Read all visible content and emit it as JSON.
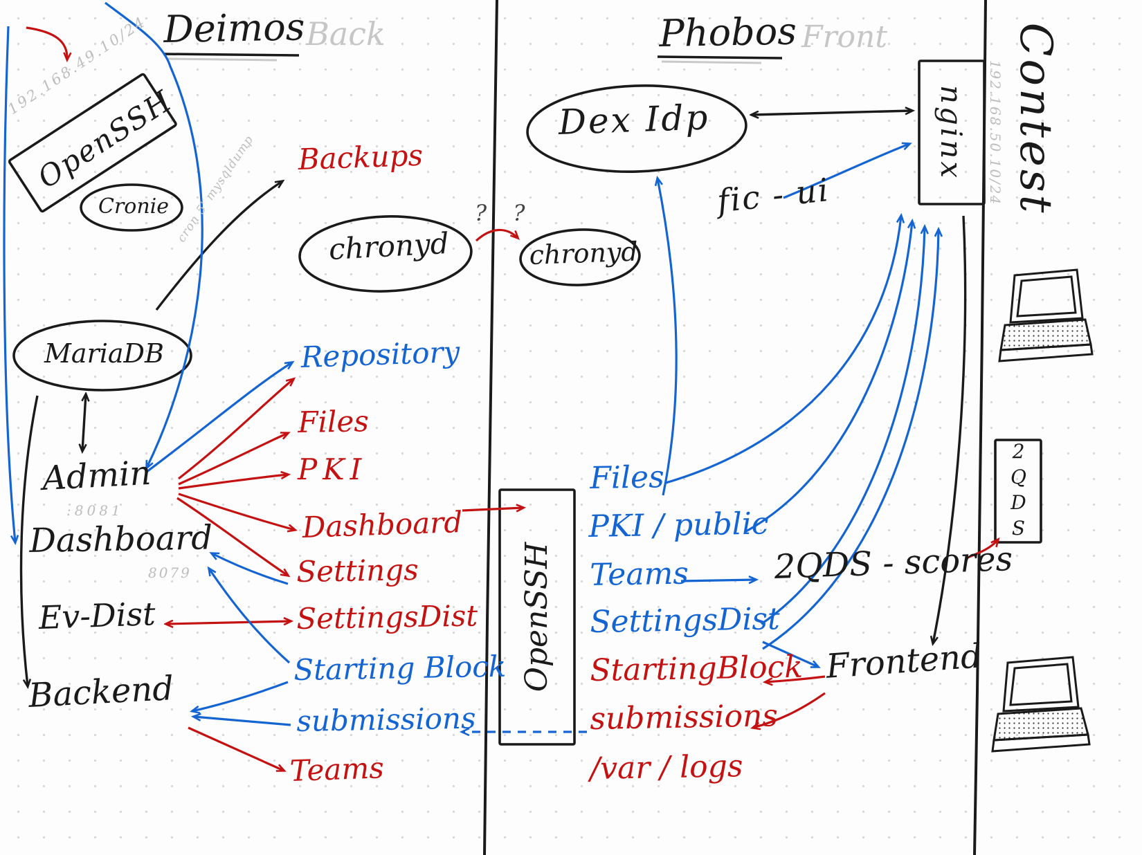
{
  "colors": {
    "red": "#c41111",
    "blue": "#1464d2",
    "black": "#1a1a1a",
    "gray": "#bdbdbd"
  },
  "deimos": {
    "title": "Deimos",
    "subtitle": "Back",
    "ip": "192.168.49.10/24",
    "openssh": "OpenSSH",
    "cronie": "Cronie",
    "cron_note": "cron 5' mysqldump",
    "backups": "Backups",
    "chronyd": "chronyd",
    "mariadb": "MariaDB",
    "admin": "Admin",
    "admin_port": ":8081",
    "dashboard": "Dashboard",
    "dashboard_port": "8079",
    "evdist": "Ev-Dist",
    "backend": "Backend",
    "endpoints": [
      {
        "label": "Repository",
        "color": "blue"
      },
      {
        "label": "Files",
        "color": "red"
      },
      {
        "label": "PKI",
        "color": "red"
      },
      {
        "label": "Dashboard",
        "color": "red"
      },
      {
        "label": "Settings",
        "color": "red"
      },
      {
        "label": "SettingsDist",
        "color": "red"
      },
      {
        "label": "Starting Block",
        "color": "blue"
      },
      {
        "label": "submissions",
        "color": "blue"
      },
      {
        "label": "Teams",
        "color": "red"
      }
    ]
  },
  "divider": {
    "openssh": "OpenSSH"
  },
  "phobos": {
    "title": "Phobos",
    "subtitle": "Front",
    "ip": "192.168.50.10/24",
    "dexidp": "Dex Idp",
    "question": "?  ?",
    "chronyd": "chronyd",
    "ficui": "fic - ui",
    "nginx": "nginx",
    "endpoints": [
      {
        "label": "Files",
        "color": "blue"
      },
      {
        "label": "PKI / public",
        "color": "blue"
      },
      {
        "label": "Teams",
        "color": "blue"
      },
      {
        "label": "SettingsDist",
        "color": "blue"
      },
      {
        "label": "StartingBlock",
        "color": "red"
      },
      {
        "label": "submissions",
        "color": "red"
      },
      {
        "label": "/var / logs",
        "color": "red"
      }
    ],
    "scores": "2QDS - scores",
    "frontend": "Frontend"
  },
  "contest": {
    "title": "Contest",
    "qds_box": "2QDS"
  }
}
